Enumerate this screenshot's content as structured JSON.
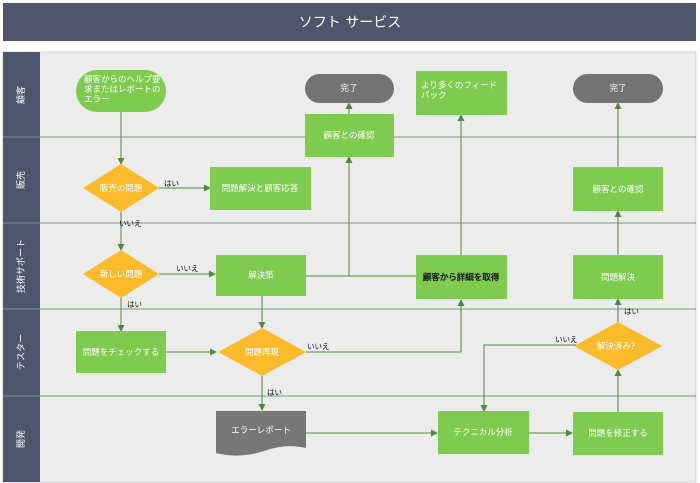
{
  "title": "ソフト サービス",
  "lanes": [
    "顧客",
    "販売",
    "技術サポート",
    "テスター",
    "開発"
  ],
  "nodes": {
    "start": [
      "顧客からのヘルプ要",
      "求またはレポートの",
      "エラー"
    ],
    "end1": "完了",
    "end2": "完了",
    "feedback": [
      "より多くのフィード",
      "バック"
    ],
    "confirm1": "顧客との確認",
    "sales_issue": "販売の問題",
    "resolve_respond": "問題解決と顧客応答",
    "confirm2": "顧客との確認",
    "new_issue": "新しい問題",
    "solution": "解決策",
    "get_details": "顧客から詳細を取得",
    "fix_issue": "問題解決",
    "check_issue": "問題をチェックする",
    "reproduce": "問題再現",
    "resolved_q": "解決済み？",
    "error_report": "エラーレポート",
    "tech_analysis": "テクニカル分析",
    "correct_issue": "問題を修正する"
  },
  "edge_labels": {
    "yes": "はい",
    "no": "いいえ"
  },
  "colors": {
    "header": "#4d566b",
    "lane_band": "#4d566b",
    "canvas": "#ececec",
    "process": "#7ecb50",
    "decision": "#fcbb2b",
    "terminal": "#737373",
    "document": "#777777"
  }
}
